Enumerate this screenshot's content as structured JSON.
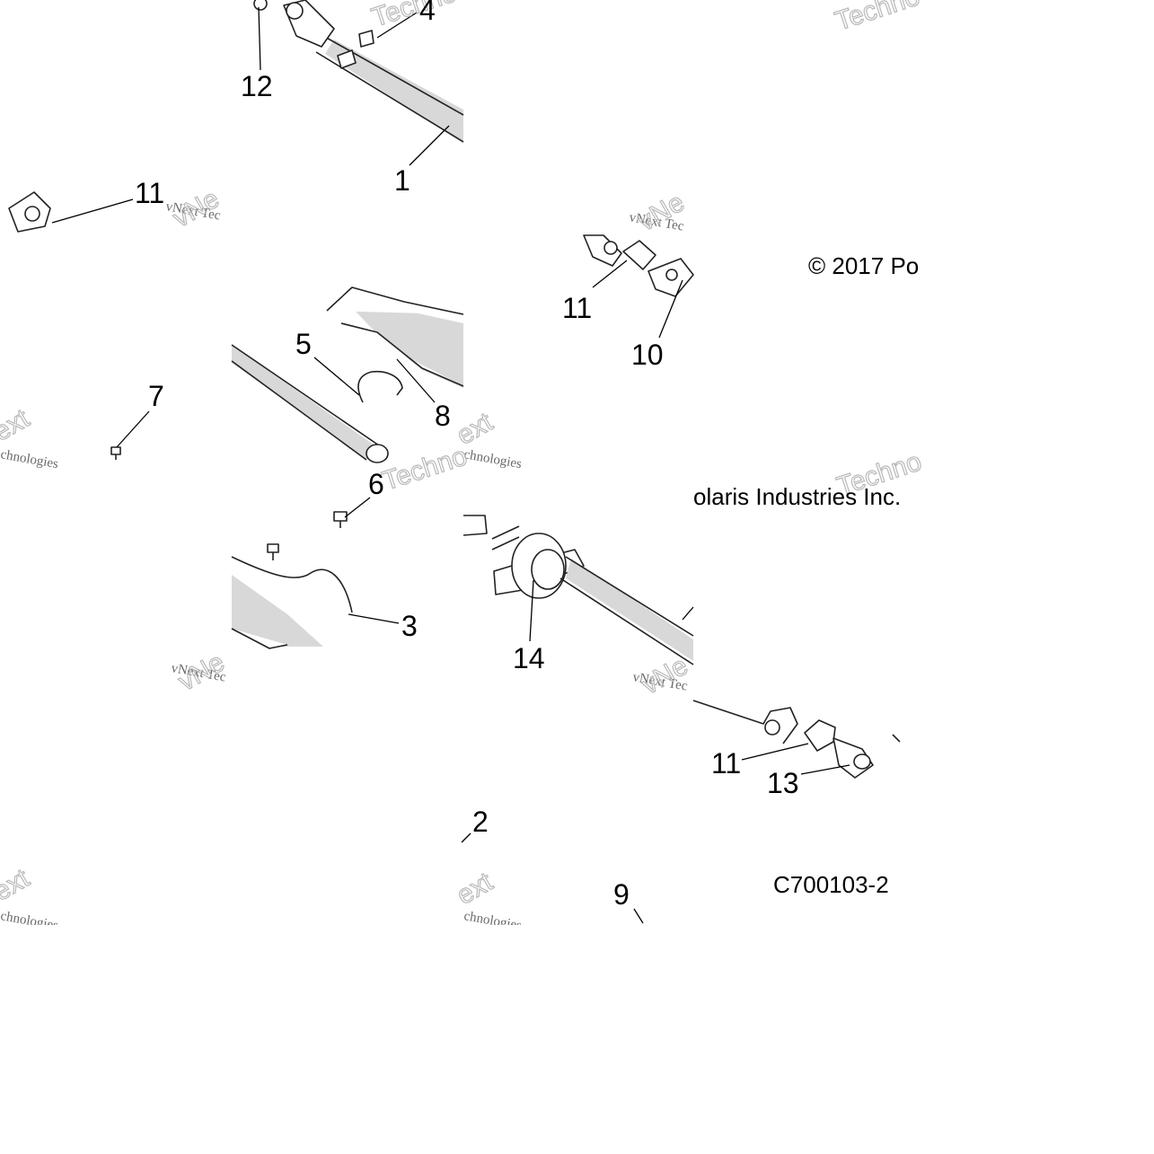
{
  "diagram": {
    "callouts": {
      "c1": "1",
      "c2": "2",
      "c3": "3",
      "c4": "4",
      "c5": "5",
      "c6": "6",
      "c7": "7",
      "c8": "8",
      "c9": "9",
      "c10": "10",
      "c11a": "11",
      "c11b": "11",
      "c11c": "11",
      "c12": "12",
      "c13": "13",
      "c14": "14"
    },
    "copyright_left": "© 2017 Po",
    "copyright_right": "olaris Industries Inc.",
    "figure_code": "C700103-2",
    "watermark": {
      "line1": "vNext Tec",
      "line2": "hnologies",
      "big": "Techno",
      "big2": "ext",
      "vne": "vNe",
      "small": "chnologies"
    }
  }
}
